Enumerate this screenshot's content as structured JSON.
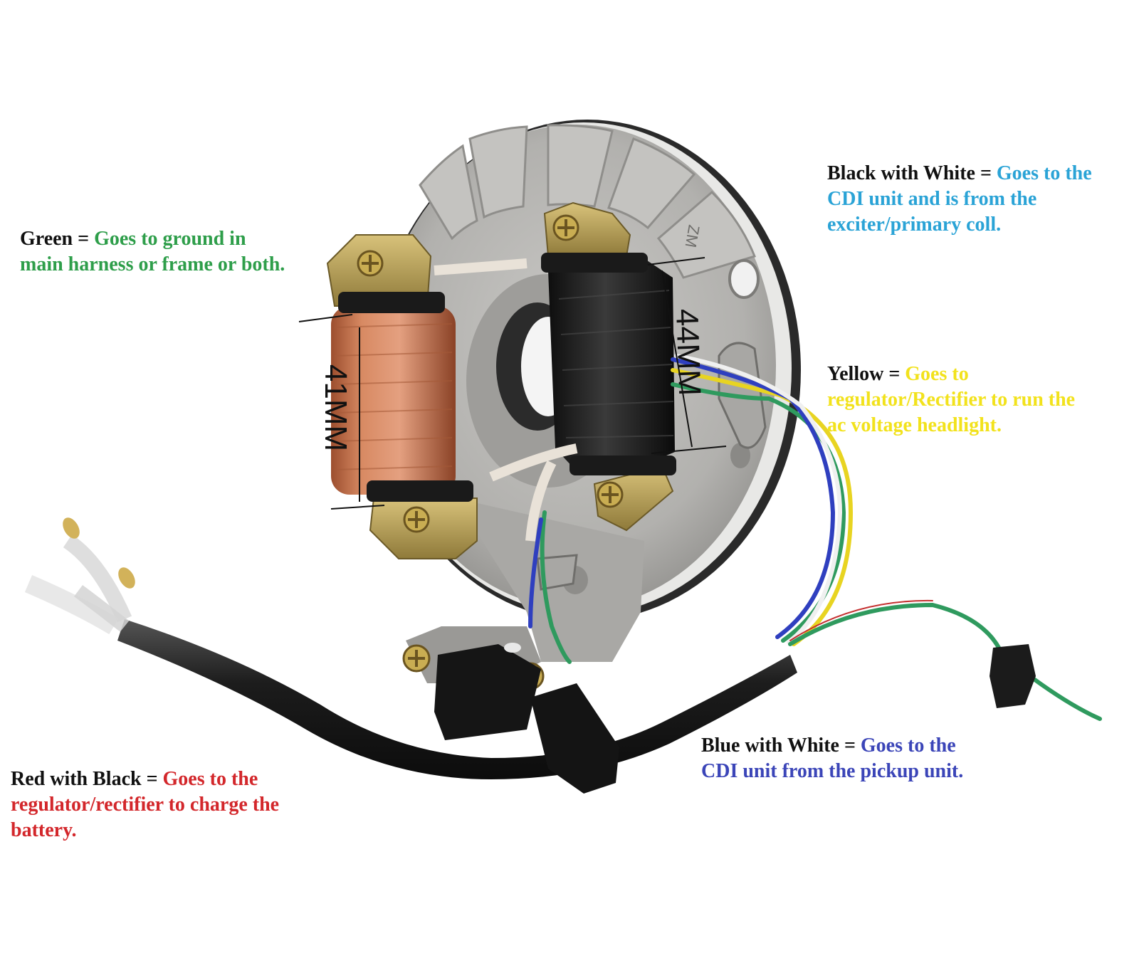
{
  "callouts": {
    "green": {
      "key": "Green =",
      "desc_line1": "Goes to ground in",
      "desc_line2": "main harness or frame or both.",
      "color": "#2e9e4a"
    },
    "black_white": {
      "key": "Black with White =",
      "desc_line1": "Goes to the",
      "desc_line2": "CDI unit and is from the",
      "desc_line3": "exciter/primary coll.",
      "color": "#2aa3d6"
    },
    "yellow": {
      "key": "Yellow =",
      "desc_line1": "Goes to",
      "desc_line2": "regulator/Rectifier to run the",
      "desc_line3": "ac voltage headlight.",
      "color": "#f2e21c"
    },
    "blue_white": {
      "key": "Blue with White =",
      "desc_line1": "Goes to the",
      "desc_line2": "CDI unit from the pickup unit.",
      "color": "#3b45b8"
    },
    "red_black": {
      "key": "Red with Black =",
      "desc_line1": "Goes to the",
      "desc_line2": "regulator/rectifier to charge the",
      "desc_line3": "battery.",
      "color": "#d3272b"
    }
  },
  "dimensions": {
    "left_coil": "41MM",
    "right_coil": "44MM"
  },
  "stamp": "ZM",
  "colors": {
    "plate": "#b7b6b3",
    "plate_shadow": "#8d8c89",
    "copper_coil": "#c8744e",
    "black_coil": "#1d1d1d",
    "brass": "#b39b52",
    "harness": "#1f1f1f",
    "wire_yellow": "#e8d421",
    "wire_green": "#2f9a5e",
    "wire_blue": "#2f3fbf",
    "wire_white": "#f0f0f0"
  }
}
